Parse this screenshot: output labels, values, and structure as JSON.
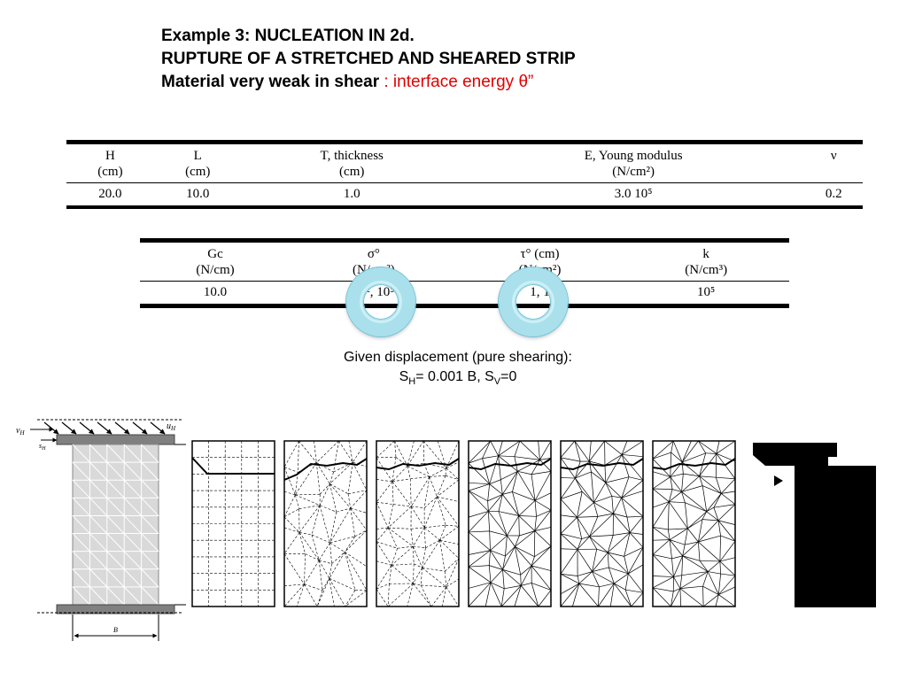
{
  "title": {
    "line1": "Example 3: NUCLEATION IN 2d.",
    "line2": "RUPTURE OF A STRETCHED AND SHEARED STRIP",
    "line3_black": "Material very weak in shear",
    "line3_red": " : interface energy θ”"
  },
  "table1": {
    "headers": [
      {
        "name": "H",
        "unit": "(cm)"
      },
      {
        "name": "L",
        "unit": "(cm)"
      },
      {
        "name": "T, thickness",
        "unit": "(cm)"
      },
      {
        "name": "E, Young modulus",
        "unit": "(N/cm²)"
      },
      {
        "name": "ν",
        "unit": ""
      }
    ],
    "values": [
      "20.0",
      "10.0",
      "1.0",
      "3.0 10⁵",
      "0.2"
    ]
  },
  "table2": {
    "headers": [
      {
        "name": "Gc",
        "unit": "(N/cm)"
      },
      {
        "name": "σ°",
        "unit": "(N/cm²)"
      },
      {
        "name": "τ° (cm)",
        "unit": "(N/cm²)"
      },
      {
        "name": "k",
        "unit": "(N/cm³)"
      }
    ],
    "values": [
      "10.0",
      "10², 10⁵",
      "1, 1",
      "10⁵"
    ]
  },
  "caption": {
    "line1": "Given displacement (pure shearing):",
    "s_h_label": "S",
    "s_h_sub": "H",
    "s_h_value": "= 0.001 B, S",
    "s_v_sub": "V",
    "s_v_value": "=0"
  },
  "figure_labels": {
    "vh_left": "v",
    "vh_left_sub": "H",
    "sh": "s",
    "sh_sub": "H",
    "uh_right": "u",
    "uh_right_sub": "H",
    "width": "B"
  },
  "colors": {
    "title_highlight": "#e00000",
    "ring": "#a9e0ec",
    "mesh_fill": "#d9d9d9",
    "plate": "#808080"
  }
}
